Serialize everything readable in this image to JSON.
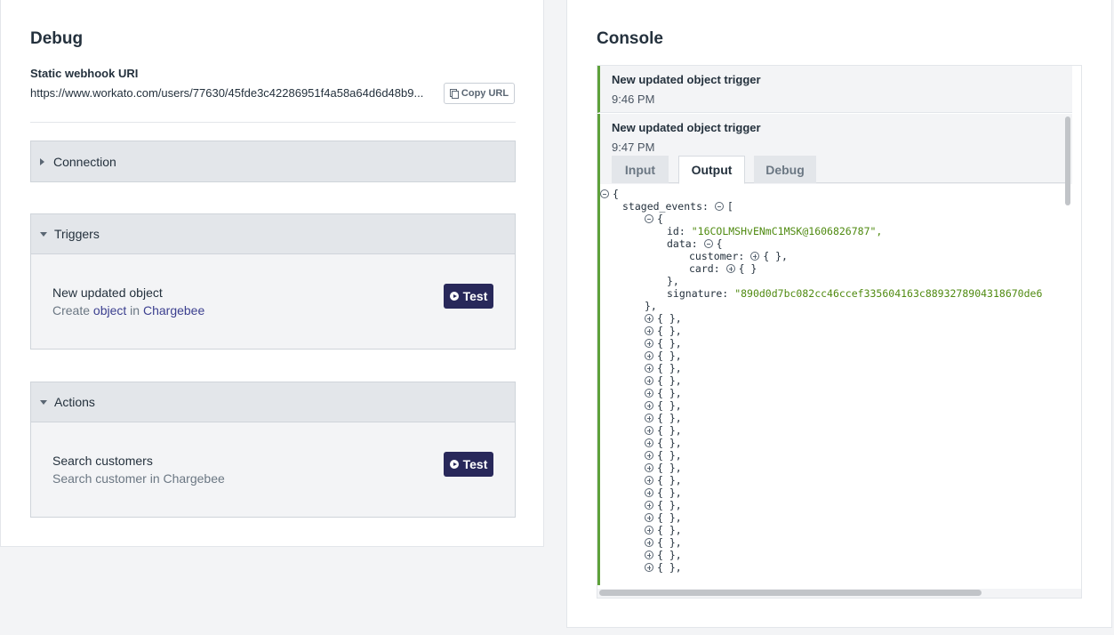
{
  "debug": {
    "title": "Debug",
    "webhook_label": "Static webhook URI",
    "webhook_url": "https://www.workato.com/users/77630/45fde3c42286951f4a58a64d6d48b9...",
    "copy_label": "Copy URL"
  },
  "sections": {
    "connection": {
      "label": "Connection"
    },
    "triggers": {
      "label": "Triggers",
      "item_title": "New updated object",
      "item_sub_prefix": "Create",
      "item_sub_link1": "object",
      "item_sub_mid": "in",
      "item_sub_link2": "Chargebee",
      "test_label": "Test"
    },
    "actions": {
      "label": "Actions",
      "item_title": "Search customers",
      "item_sub": "Search customer in Chargebee",
      "test_label": "Test"
    }
  },
  "console": {
    "title": "Console",
    "events": [
      {
        "title": "New updated object trigger",
        "time": "9:46 PM"
      },
      {
        "title": "New updated object trigger",
        "time": "9:47 PM"
      }
    ],
    "tabs": {
      "input": "Input",
      "output": "Output",
      "debug": "Debug"
    },
    "json": {
      "open_brace": "{",
      "staged_key": "staged_events:",
      "open_bracket": "[",
      "item_open": "{",
      "id_key": "id:",
      "id_value": "\"16COLMSHvENmC1MSK@1606826787\",",
      "data_key": "data:",
      "data_open": "{",
      "customer_key": "customer:",
      "customer_value": "{ },",
      "card_key": "card:",
      "card_value": "{ }",
      "data_close": "},",
      "signature_key": "signature:",
      "signature_value": "\"890d0d7bc082cc46ccef335604163c8893278904318670de6",
      "item_close": "},",
      "collapsed_item": "{ },"
    }
  }
}
